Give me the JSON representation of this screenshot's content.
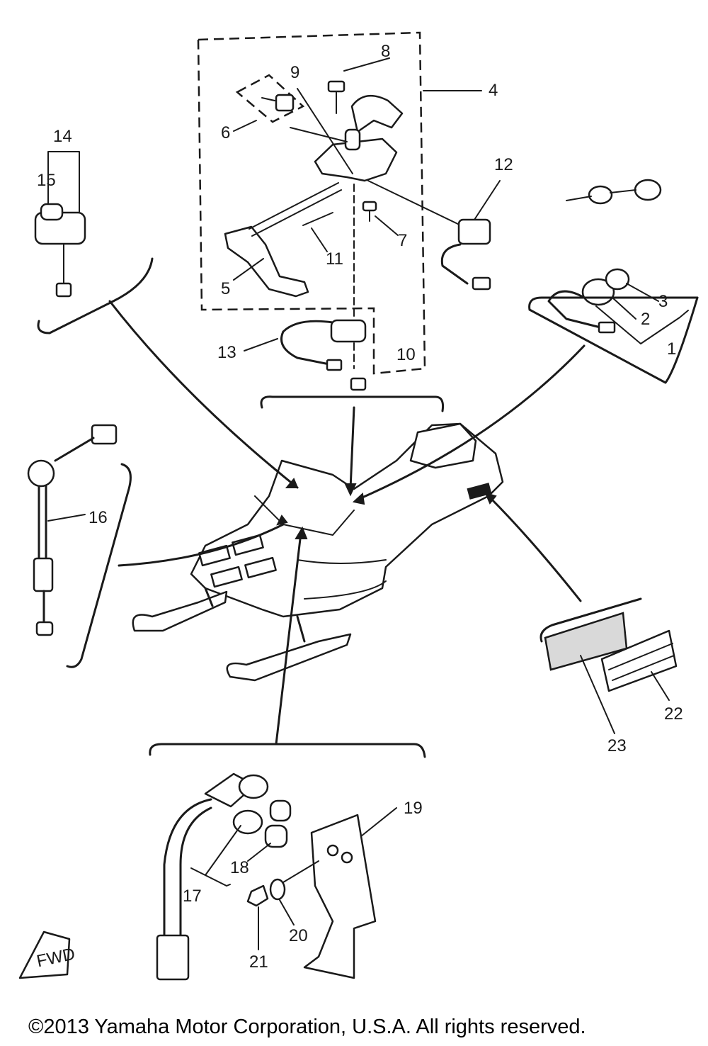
{
  "callouts": [
    "1",
    "2",
    "3",
    "4",
    "5",
    "6",
    "7",
    "8",
    "9",
    "10",
    "11",
    "12",
    "13",
    "14",
    "15",
    "16",
    "17",
    "18",
    "19",
    "20",
    "21",
    "22",
    "23"
  ],
  "fwd_label": "FWD",
  "copyright": "©2013 Yamaha Motor Corporation, U.S.A. All rights reserved."
}
